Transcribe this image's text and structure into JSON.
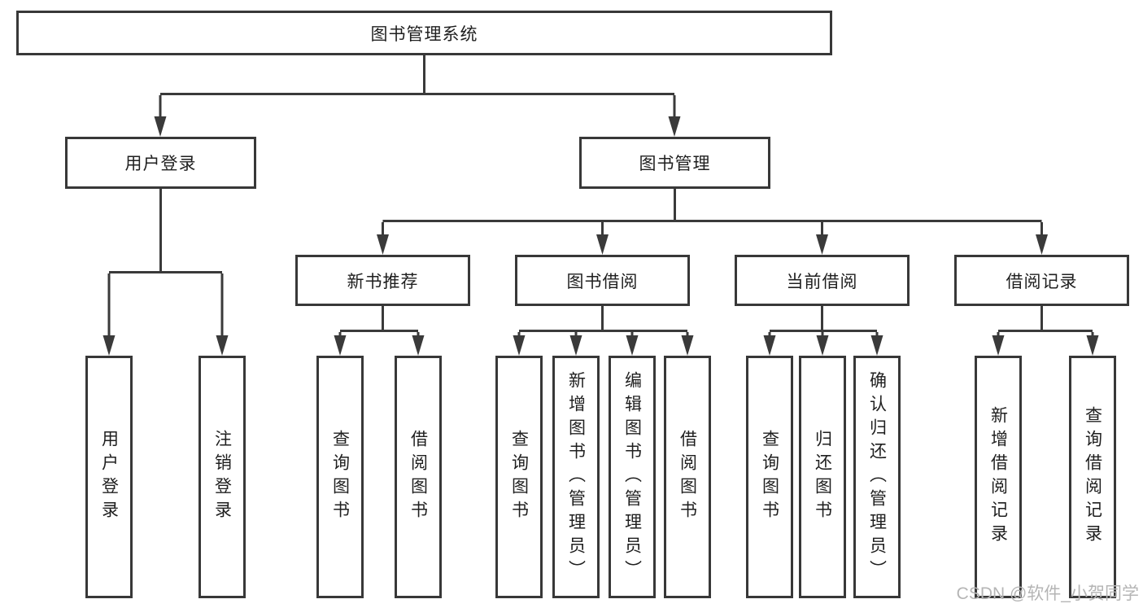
{
  "diagram_title": "图书管理系统",
  "nodes": {
    "root": "图书管理系统",
    "user_login": "用户登录",
    "book_management": "图书管理",
    "new_book_recommend": "新书推荐",
    "book_borrow": "图书借阅",
    "current_borrow": "当前借阅",
    "borrow_records": "借阅记录"
  },
  "leaves": {
    "user_login_children": [
      "用户登录",
      "注销登录"
    ],
    "new_book_children": [
      "查询图书",
      "借阅图书"
    ],
    "book_borrow_children": [
      "查询图书",
      "新增图书（管理员）",
      "编辑图书（管理员）",
      "借阅图书"
    ],
    "current_borrow_children": [
      "查询图书",
      "归还图书",
      "确认归还（管理员）"
    ],
    "borrow_records_children": [
      "新增借阅记录",
      "查询借阅记录"
    ]
  },
  "watermark": "CSDN @软件_小贺同学",
  "colors": {
    "line": "#3a3a3a",
    "border": "#383838",
    "text": "#1f1f1f",
    "watermark": "#b5b5b5",
    "background": "#ffffff"
  }
}
